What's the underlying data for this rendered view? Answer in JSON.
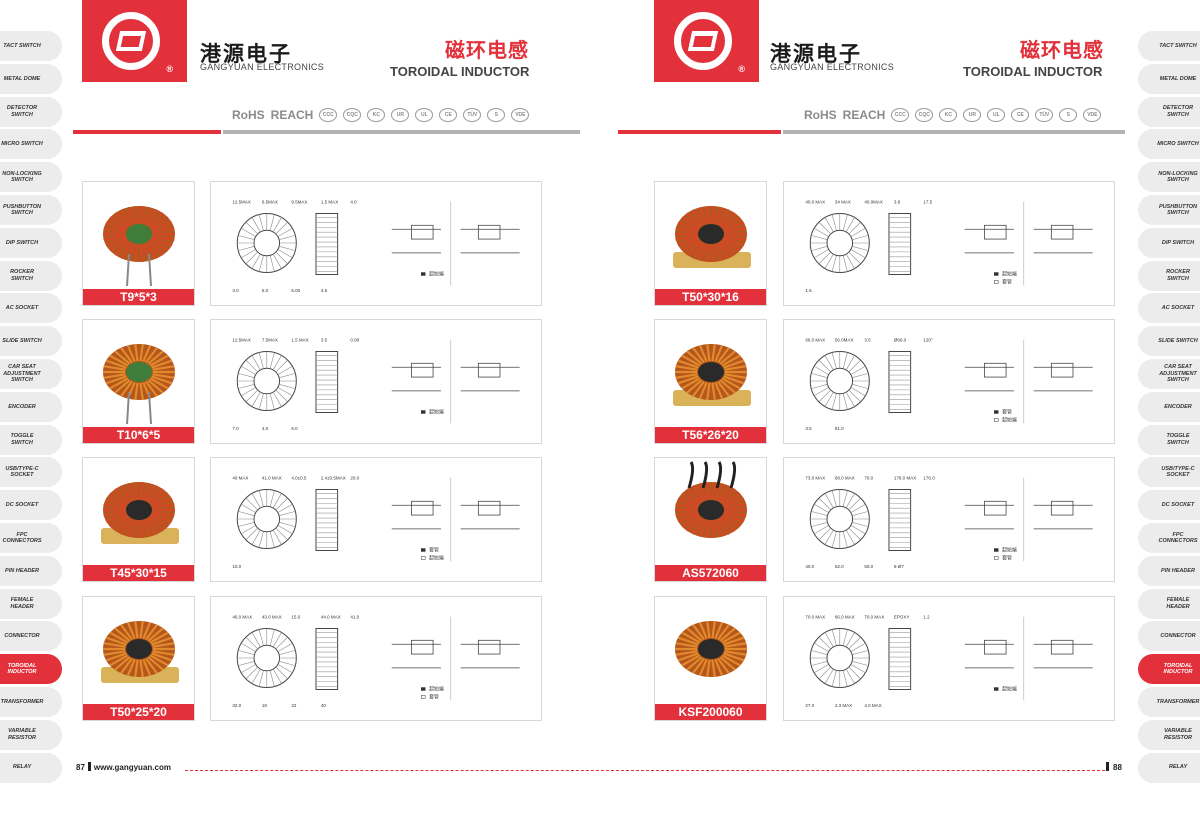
{
  "side_tabs": [
    {
      "label": "TACT SWITCH",
      "active": false
    },
    {
      "label": "METAL DOME",
      "active": false
    },
    {
      "label": "DETECTOR SWITCH",
      "active": false
    },
    {
      "label": "MICRO SWITCH",
      "active": false
    },
    {
      "label": "NON-LOCKING SWITCH",
      "active": false
    },
    {
      "label": "PUSHBUTTON SWITCH",
      "active": false
    },
    {
      "label": "DIP SWITCH",
      "active": false
    },
    {
      "label": "ROCKER SWITCH",
      "active": false
    },
    {
      "label": "AC SOCKET",
      "active": false
    },
    {
      "label": "SLIDE SWITCH",
      "active": false
    },
    {
      "label": "CAR SEAT ADJUSTMENT SWITCH",
      "active": false
    },
    {
      "label": "ENCODER",
      "active": false
    },
    {
      "label": "TOGGLE SWITCH",
      "active": false
    },
    {
      "label": "USB/Type-C SOCKET",
      "active": false
    },
    {
      "label": "DC SOCKET",
      "active": false
    },
    {
      "label": "FPC CONNECTORS",
      "active": false
    },
    {
      "label": "PIN HEADER",
      "active": false
    },
    {
      "label": "FEMALE HEADER",
      "active": false
    },
    {
      "label": "CONNECTOR",
      "active": false
    },
    {
      "label": "TOROIDAL INDUCTOR",
      "active": true
    },
    {
      "label": "TRANSFORMER",
      "active": false
    },
    {
      "label": "VARIABLE RESISTOR",
      "active": false
    },
    {
      "label": "RELAY",
      "active": false
    }
  ],
  "header": {
    "brand_cn": "港源电子",
    "brand_en": "GANGYUAN ELECTRONICS",
    "logo_reg": "®",
    "title_cn": "磁环电感",
    "title_en": "TOROIDAL INDUCTOR",
    "certs_text": [
      "RoHS",
      "REACH"
    ],
    "cert_marks": [
      "CCC",
      "CQC",
      "KC",
      "UR",
      "UL",
      "CE",
      "TÜV",
      "S",
      "VDE"
    ]
  },
  "colors": {
    "accent": "#e2313b",
    "gray_line": "#b3b3b3",
    "card_border": "#d8d8d8"
  },
  "left_page": {
    "page_number": "87",
    "website": "www.gangyuan.com",
    "products": [
      {
        "model": "T9*5*3",
        "dims": [
          "12.5MAX",
          "6.5MAX",
          "9.5MAX",
          "1.5 MAX",
          "4.0",
          "3.0",
          "5.0",
          "5.00",
          "4.6"
        ],
        "legend": [
          "起始端"
        ]
      },
      {
        "model": "T10*6*5",
        "dims": [
          "12.5MAX",
          "7.5MAX",
          "1.5 MAX",
          "3.5",
          "0.00",
          "7.0",
          "4.0",
          "6.0"
        ],
        "legend": [
          "起始端"
        ]
      },
      {
        "model": "T45*30*15",
        "dims": [
          "40 MAX",
          "41.0 MAX",
          "4.0±0.5",
          "2.4±0.5MAX",
          "20.0",
          "10.0"
        ],
        "legend": [
          "套管",
          "起始端"
        ]
      },
      {
        "model": "T50*25*20",
        "dims": [
          "46.0 MAX",
          "43.0 MAX",
          "15.0",
          "44.0 MAX",
          "41.0",
          "32.0",
          "18",
          "22",
          "40"
        ],
        "legend": [
          "起始端",
          "套管"
        ]
      }
    ]
  },
  "right_page": {
    "page_number": "88",
    "products": [
      {
        "model": "T50*30*16",
        "dims": [
          "40.0 MAX",
          "34 MAX",
          "40.0MAX",
          "3.8",
          "17.5",
          "1.5"
        ],
        "legend": [
          "起始端",
          "套管"
        ]
      },
      {
        "model": "T56*26*20",
        "dims": [
          "66.0 MAX",
          "56.0MAX",
          "3.5",
          "Ø66.0",
          "120°",
          "3.5",
          "81.0"
        ],
        "legend": [
          "套管",
          "起始端"
        ]
      },
      {
        "model": "AS572060",
        "dims": [
          "73.0 MAX",
          "68.0 MAX",
          "70.0",
          "178.0 MAX",
          "176.0",
          "40.0",
          "62.0",
          "50.0",
          "6-Ø7"
        ],
        "legend": [
          "起始端",
          "套管"
        ]
      },
      {
        "model": "KSF200060",
        "dims": [
          "70.0 MAX",
          "66.0 MAX",
          "70.0 MAX",
          "EPOXY",
          "1.2",
          "27.0",
          "2.3 MAX",
          "4.0 MAX"
        ],
        "legend": [
          "起始端"
        ]
      }
    ]
  }
}
